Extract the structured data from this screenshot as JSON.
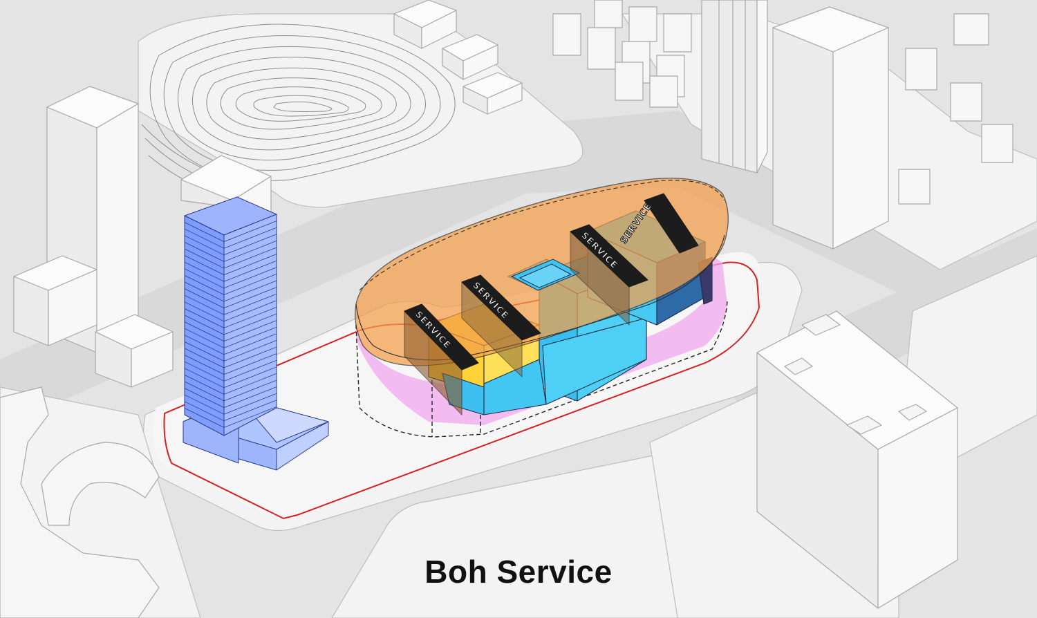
{
  "caption": "Boh Service",
  "service_labels": [
    "SERVICE",
    "SERVICE",
    "SERVICE",
    "SERVICE"
  ],
  "colors": {
    "ground": "#e4e4e4",
    "road": "#d8d8d8",
    "block": "#f2f2f2",
    "building": "#f6f6f6",
    "site_boundary": "#d81e1e",
    "tower": "#7f9cff",
    "podium_orange": "#f4a04a",
    "blue_volume": "#3ec3f0",
    "pink_volume": "#f0a8ee",
    "yellow_volume": "#ffd42a",
    "service_core": "#1c1c1c"
  }
}
